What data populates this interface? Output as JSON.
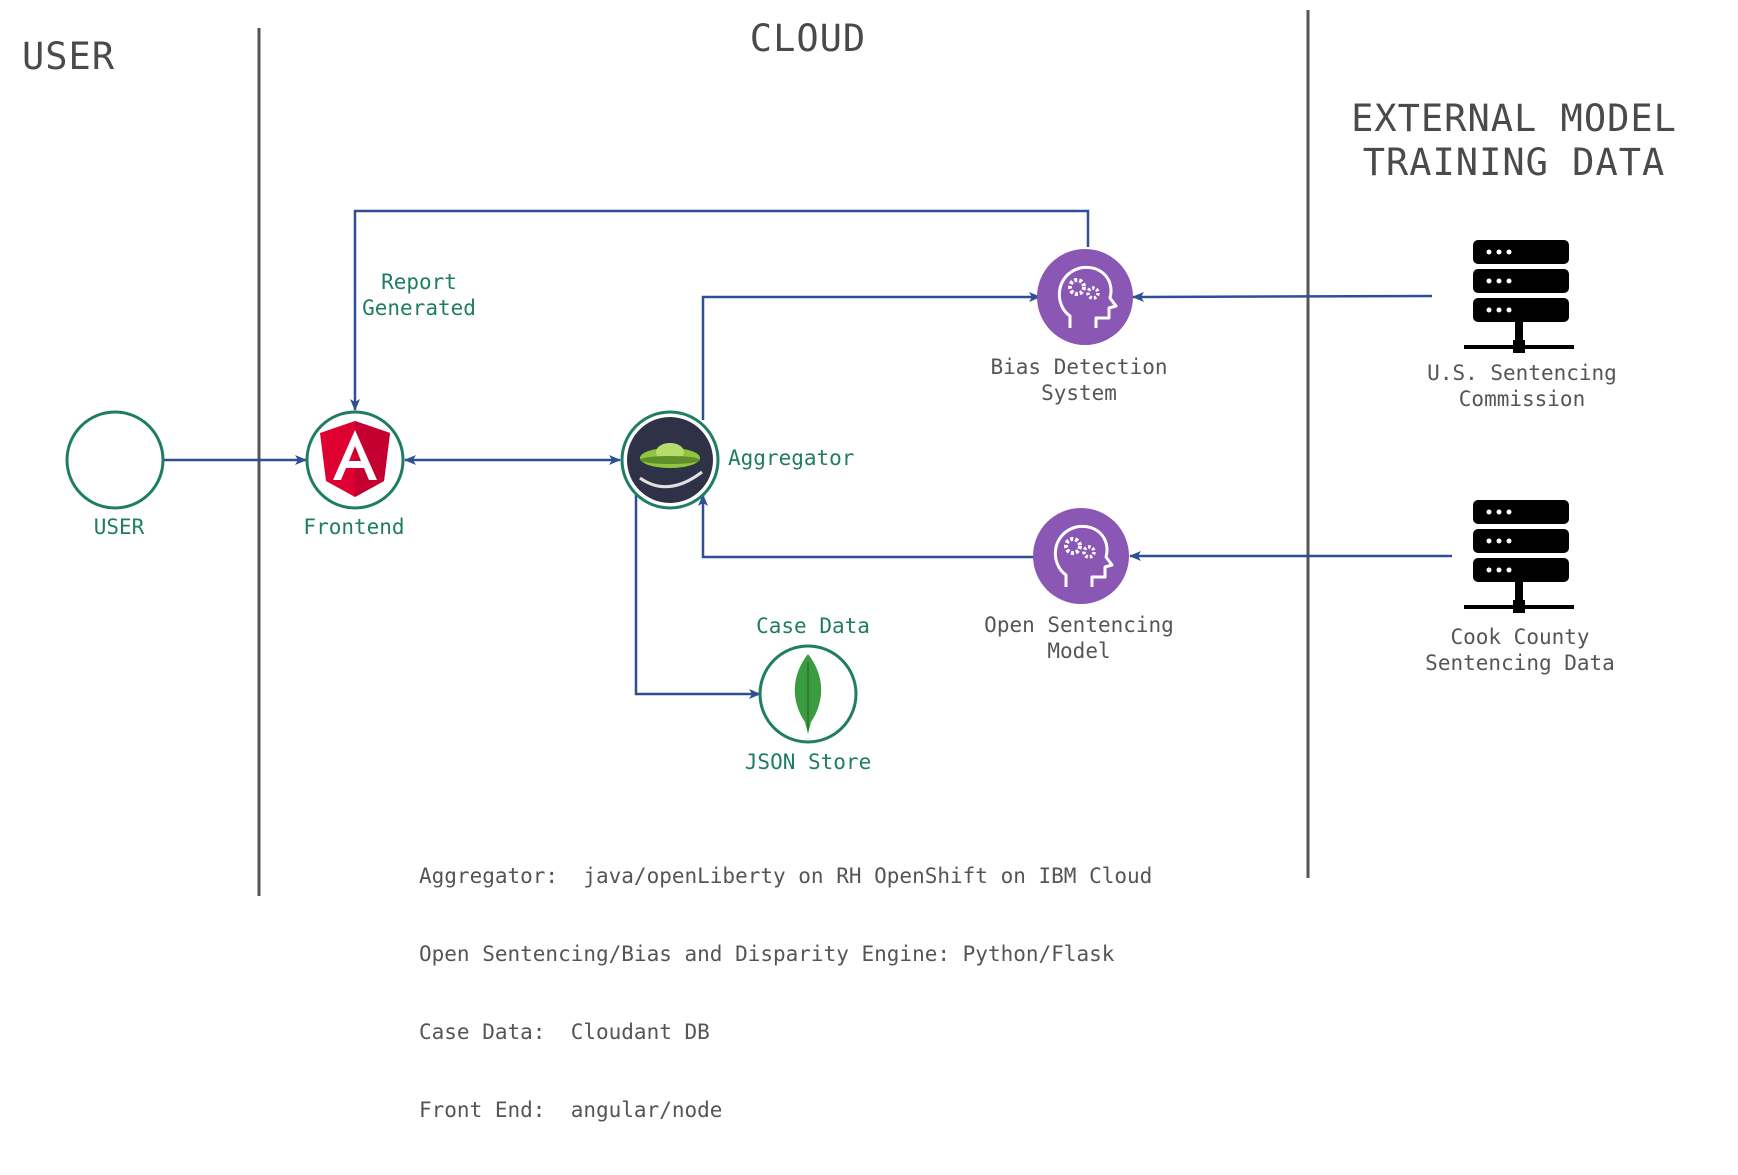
{
  "sections": {
    "user": "USER",
    "cloud": "CLOUD",
    "external": [
      "EXTERNAL MODEL",
      "TRAINING DATA"
    ]
  },
  "nodes": {
    "user": {
      "label": "USER",
      "icon": "circle-icon"
    },
    "frontend": {
      "label": "Frontend",
      "icon": "angular-logo-icon"
    },
    "aggregator": {
      "label": "Aggregator",
      "icon": "ufo-icon"
    },
    "json_store": {
      "label_top": "Case Data",
      "label": "JSON Store",
      "icon": "mongodb-leaf-icon"
    },
    "bias": {
      "label": [
        "Bias Detection",
        "System"
      ],
      "icon": "brain-gears-icon"
    },
    "open_model": {
      "label": [
        "Open Sentencing",
        "Model"
      ],
      "icon": "brain-gears-icon"
    },
    "us_commission": {
      "label": [
        "U.S. Sentencing",
        "Commission"
      ],
      "icon": "server-icon"
    },
    "cook_county": {
      "label": [
        "Cook County",
        "Sentencing Data"
      ],
      "icon": "server-icon"
    }
  },
  "edge_labels": {
    "report": [
      "Report",
      "Generated"
    ]
  },
  "notes": [
    "Aggregator:  java/openLiberty on RH OpenShift on IBM Cloud",
    "Open Sentencing/Bias and Disparity Engine: Python/Flask",
    "Case Data:  Cloudant DB",
    "Front End:  angular/node"
  ],
  "colors": {
    "teal": "#1e7d62",
    "arrow": "#2e4f94",
    "purple": "#8b57b4",
    "angular_red": "#dd0031",
    "mongo_green": "#3a9c3f"
  }
}
